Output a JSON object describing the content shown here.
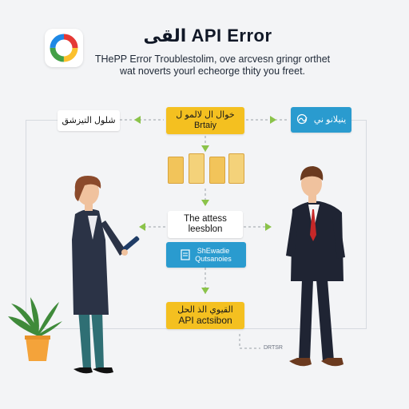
{
  "colors": {
    "background": "#f3f4f6",
    "accent_yellow": "#f4c020",
    "accent_blue": "#2a9bcf",
    "arrow_green": "#8bc34a",
    "suit_navy": "#2b3346",
    "tie_red": "#c62828"
  },
  "header": {
    "logo_icon": "ring-logo-icon",
    "title": "القى API Error",
    "subtitle_line1": "THePP Error Troublestolim, ove arcvesn gringr orthet",
    "subtitle_line2": "wat noverts yourl echeorge thity you freet."
  },
  "flow": {
    "left_box": "شلول التيزشق",
    "top_box_line1": "خوال ال لالمو ل",
    "top_box_line2": "Brtaiy",
    "right_box": "ينيلانو ني",
    "right_box_icon": "signature-icon",
    "documents_icon": "documents-icon",
    "center_box_line1": "The attess",
    "center_box_line2": "leesblon",
    "blue_mid_line1": "ShEwadie",
    "blue_mid_line2": "Qutsanoies",
    "blue_mid_icon": "document-icon",
    "bottom_box_line1": "القيوي الذ الحل",
    "bottom_box_line2": "API actsibon",
    "caption": "DRTSR"
  },
  "people": {
    "left_person": "woman-with-tablet",
    "right_person": "man-in-suit"
  },
  "decor": {
    "plant_icon": "potted-plant-icon"
  }
}
